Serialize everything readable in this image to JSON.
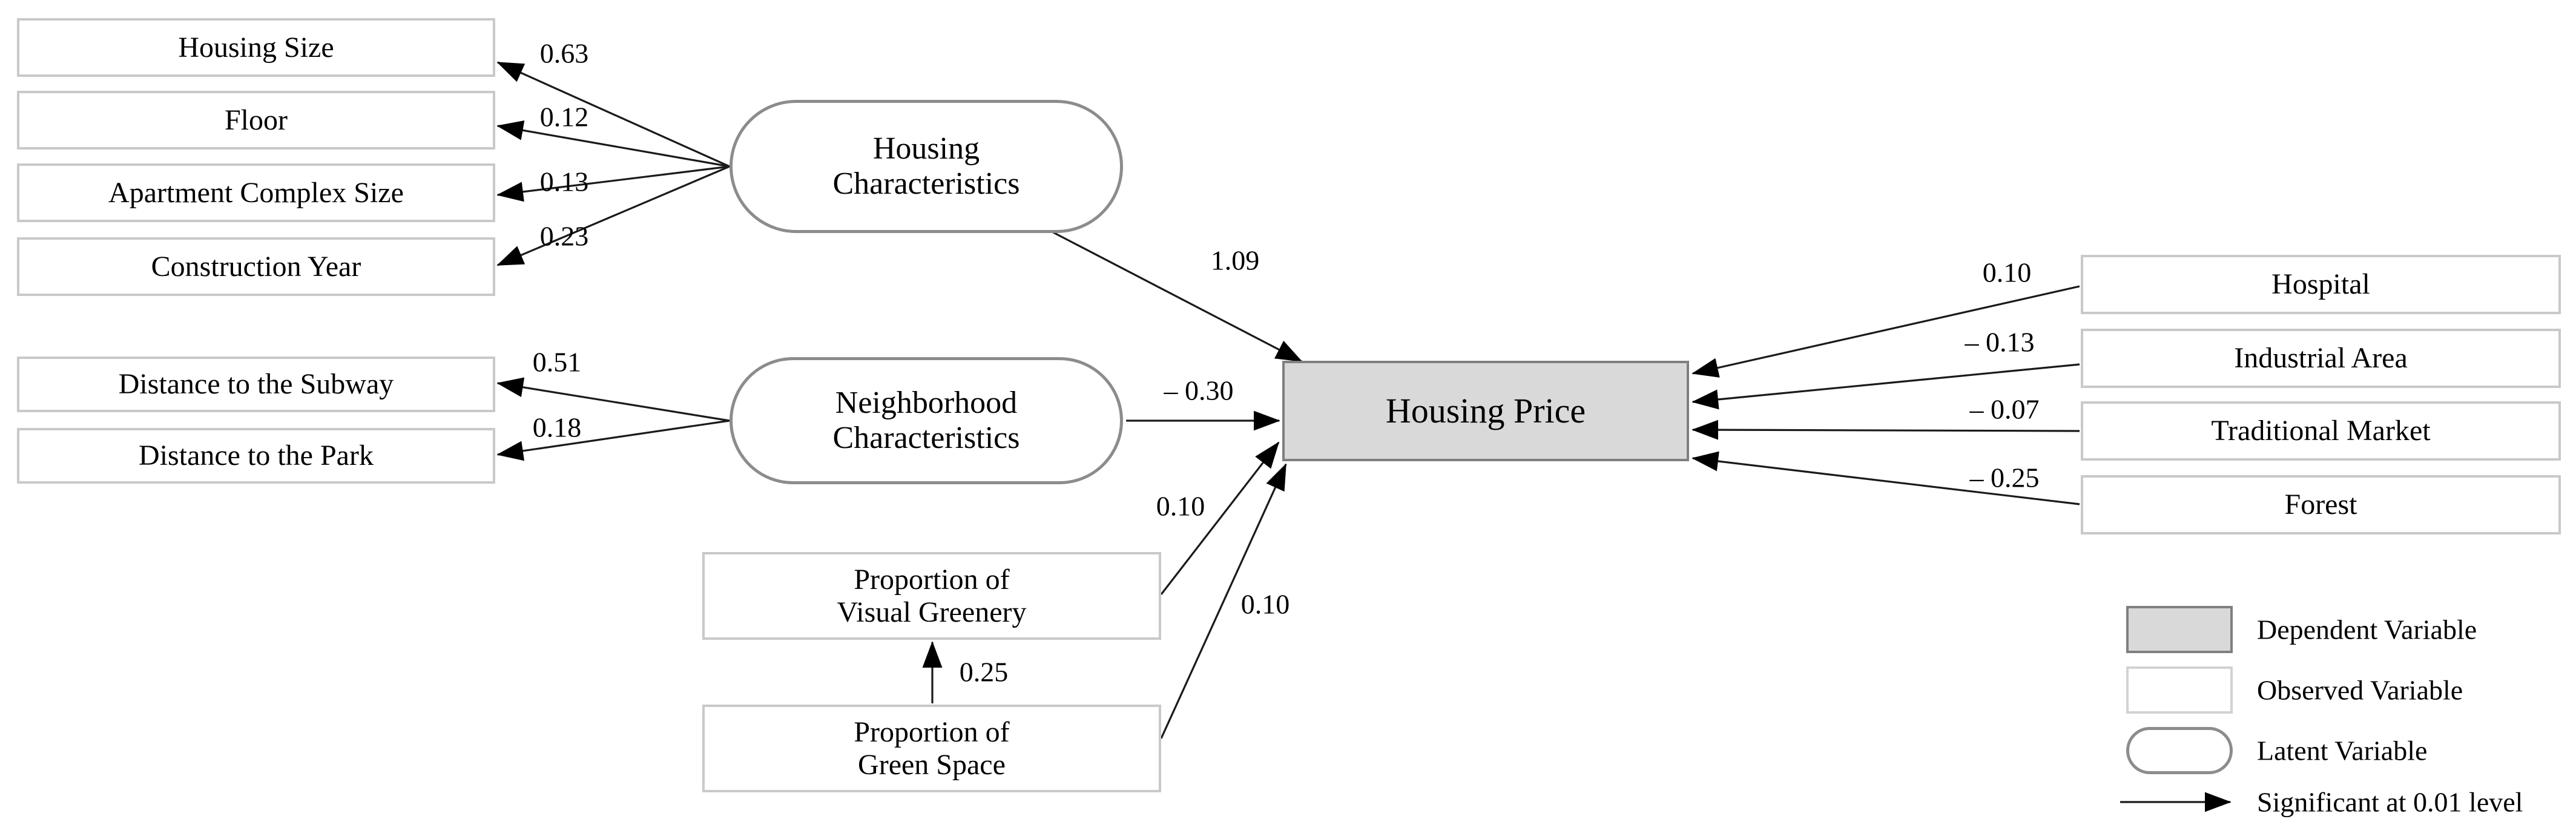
{
  "nodes": {
    "housing_size": {
      "label": "Housing Size"
    },
    "floor": {
      "label": "Floor"
    },
    "apartment_complex_size": {
      "label": "Apartment Complex Size"
    },
    "construction_year": {
      "label": "Construction Year"
    },
    "distance_subway": {
      "label": "Distance to the Subway"
    },
    "distance_park": {
      "label": "Distance to the Park"
    },
    "housing_characteristics": {
      "label": "Housing\nCharacteristics"
    },
    "neighborhood_characteristics": {
      "label": "Neighborhood\nCharacteristics"
    },
    "housing_price": {
      "label": "Housing Price"
    },
    "hospital": {
      "label": "Hospital"
    },
    "industrial_area": {
      "label": "Industrial Area"
    },
    "traditional_market": {
      "label": "Traditional Market"
    },
    "forest": {
      "label": "Forest"
    },
    "visual_greenery": {
      "label": "Proportion of\nVisual Greenery"
    },
    "green_space": {
      "label": "Proportion of\nGreen Space"
    }
  },
  "coefficients": {
    "hc_to_housing_size": "0.63",
    "hc_to_floor": "0.12",
    "hc_to_apartment_complex_size": "0.13",
    "hc_to_construction_year": "0.23",
    "hc_to_housing_price": "1.09",
    "nc_to_distance_subway": "0.51",
    "nc_to_distance_park": "0.18",
    "nc_to_housing_price": "– 0.30",
    "visual_greenery_to_housing_price": "0.10",
    "green_space_to_housing_price": "0.10",
    "green_space_to_visual_greenery": "0.25",
    "hospital_to_housing_price": "0.10",
    "industrial_area_to_housing_price": "– 0.13",
    "traditional_market_to_housing_price": "– 0.07",
    "forest_to_housing_price": "– 0.25"
  },
  "legend": {
    "dependent": "Dependent Variable",
    "observed": "Observed Variable",
    "latent": "Latent Variable",
    "significant": "Significant at 0.01 level"
  },
  "colors": {
    "dependent_fill": "#d9d9d9",
    "observed_border": "#c9c9c9",
    "latent_border": "#8c8c8c",
    "line": "#000000"
  }
}
